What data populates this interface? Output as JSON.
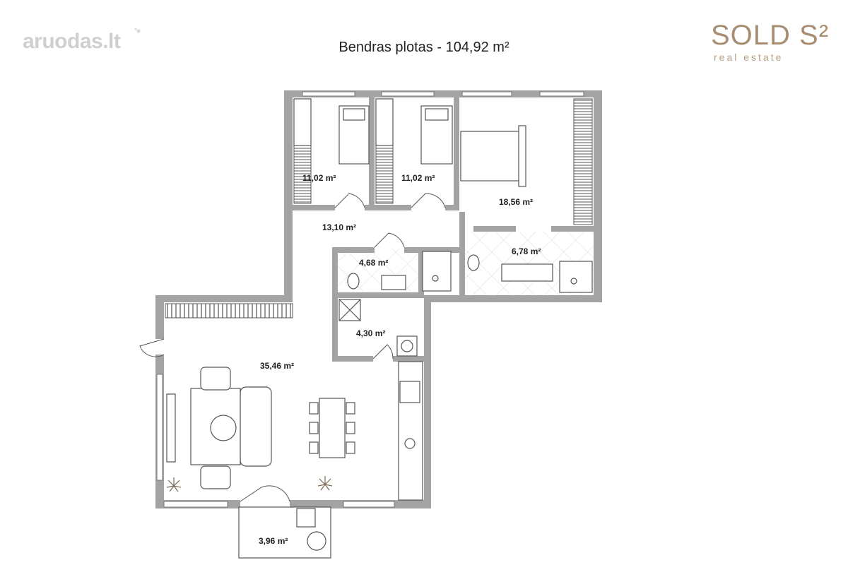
{
  "watermark": {
    "text": "aruodas.lt"
  },
  "title": "Bendras plotas - 104,92 m²",
  "brand": {
    "name": "SOLD S²",
    "tagline": "real estate",
    "color": "#a88f74"
  },
  "rooms": [
    {
      "id": "bedroom-1",
      "area": "11,02 m²"
    },
    {
      "id": "bedroom-2",
      "area": "11,02 m²"
    },
    {
      "id": "master-bedroom",
      "area": "18,56 m²"
    },
    {
      "id": "hallway",
      "area": "13,10 m²"
    },
    {
      "id": "bathroom-1",
      "area": "4,68 m²"
    },
    {
      "id": "bathroom-2",
      "area": "6,78 m²"
    },
    {
      "id": "utility-room",
      "area": "4,30 m²"
    },
    {
      "id": "living-kitchen",
      "area": "35,46 m²"
    },
    {
      "id": "balcony",
      "area": "3,96 m²"
    }
  ],
  "colors": {
    "wall": "#a3a3a3",
    "wall_dark": "#8e8e8e",
    "furniture": "#555555",
    "tile": "#dddddd"
  }
}
